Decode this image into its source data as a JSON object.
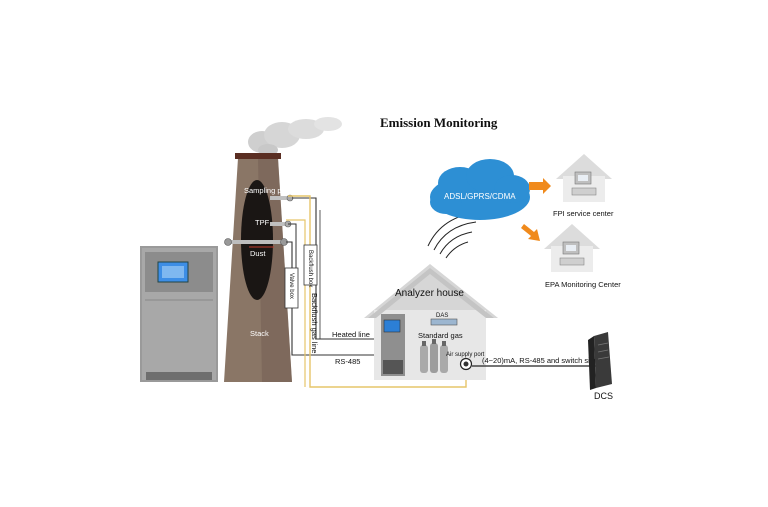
{
  "title": "Emission Monitoring",
  "stack": {
    "sampling_probe": "Sampling probe",
    "tpf": "TPF",
    "dust": "Dust",
    "stack": "Stack"
  },
  "lines": {
    "heated_line": "Heated line",
    "rs485": "RS-485",
    "backflush_gas_line": "Backflush gas line",
    "box1": "Backflush box",
    "box2": "Valve box"
  },
  "analyzer_house": {
    "title": "Analyzer house",
    "das": "DAS",
    "standard_gas": "Standard gas",
    "air_supply_port": "Air supply port"
  },
  "signal_text": "(4~20)mA,  RS-485 and switch signal",
  "dcs": "DCS",
  "network": {
    "cloud": "ADSL/GPRS/CDMA",
    "fpi": "FPI service center",
    "epa": "EPA Monitoring Center"
  },
  "colors": {
    "cloud": "#2d8fd4",
    "arrow": "#f08a1c",
    "gas_line": "#e6c56a",
    "stack": "#8a7666",
    "plume": "#cfcfcf",
    "house": "#d6d6d6",
    "cabinet": "#9a9a9a"
  }
}
